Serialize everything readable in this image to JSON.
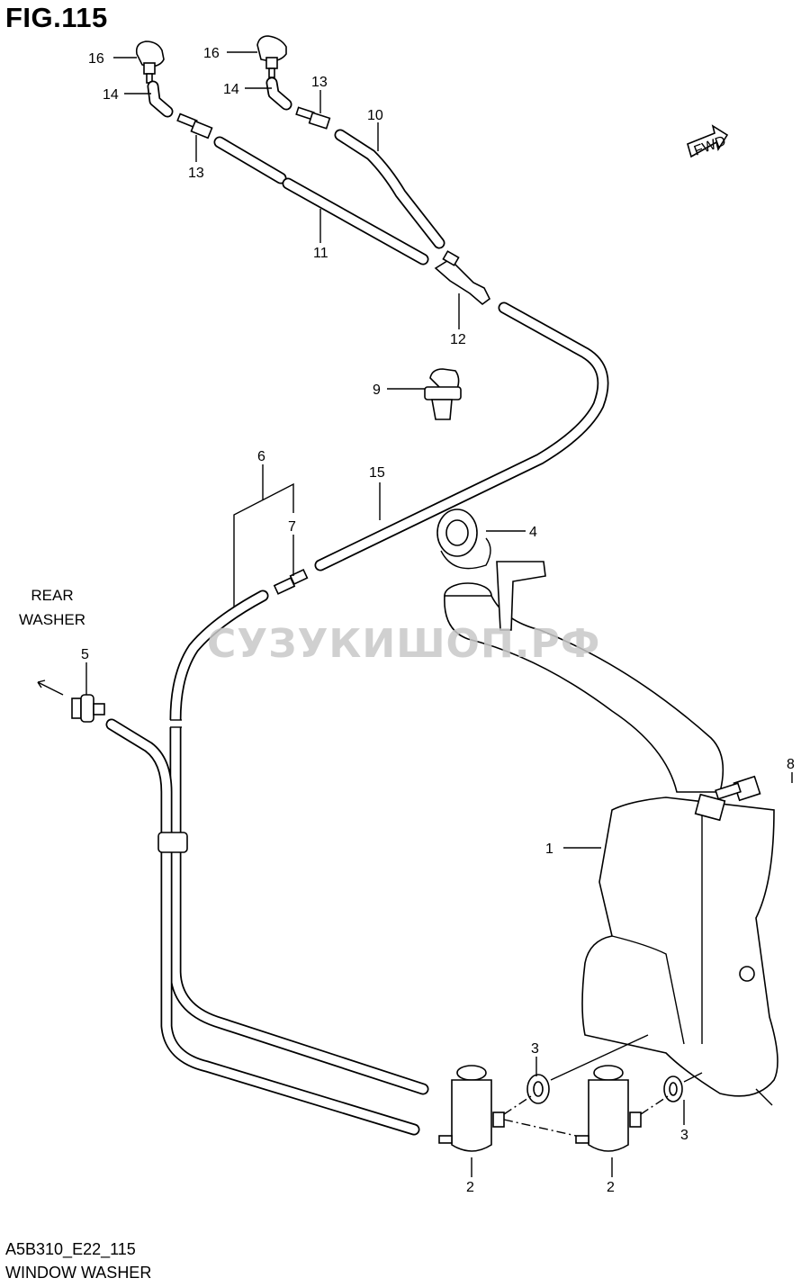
{
  "figure": {
    "title": "FIG.115",
    "code": "A5B310_E22_115",
    "name": "WINDOW WASHER",
    "rear_washer_line1": "REAR",
    "rear_washer_line2": "WASHER",
    "watermark": "СУЗУКИШОП.РФ",
    "fwd_text": "FWD"
  },
  "callouts": [
    {
      "id": "c16a",
      "text": "16"
    },
    {
      "id": "c16b",
      "text": "16"
    },
    {
      "id": "c14a",
      "text": "14"
    },
    {
      "id": "c14b",
      "text": "14"
    },
    {
      "id": "c13a",
      "text": "13"
    },
    {
      "id": "c13b",
      "text": "13"
    },
    {
      "id": "c10",
      "text": "10"
    },
    {
      "id": "c11",
      "text": "11"
    },
    {
      "id": "c12",
      "text": "12"
    },
    {
      "id": "c9",
      "text": "9"
    },
    {
      "id": "c6",
      "text": "6"
    },
    {
      "id": "c7",
      "text": "7"
    },
    {
      "id": "c15",
      "text": "15"
    },
    {
      "id": "c4",
      "text": "4"
    },
    {
      "id": "c5",
      "text": "5"
    },
    {
      "id": "c8",
      "text": "8"
    },
    {
      "id": "c1",
      "text": "1"
    },
    {
      "id": "c3a",
      "text": "3"
    },
    {
      "id": "c3b",
      "text": "3"
    },
    {
      "id": "c2a",
      "text": "2"
    },
    {
      "id": "c2b",
      "text": "2"
    }
  ],
  "colors": {
    "line": "#000000",
    "background": "#ffffff",
    "watermark": "#c8c8c8"
  }
}
